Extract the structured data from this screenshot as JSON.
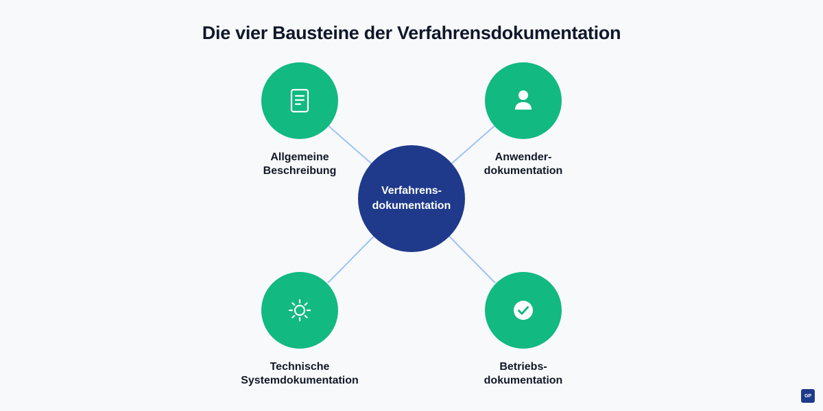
{
  "title": "Die vier Bausteine der Verfahrensdokumentation",
  "center": {
    "line1": "Verfahrens-",
    "line2": "dokumentation"
  },
  "nodes": [
    {
      "id": "allgemeine",
      "icon": "document-icon",
      "line1": "Allgemeine",
      "line2": "Beschreibung"
    },
    {
      "id": "anwender",
      "icon": "user-icon",
      "line1": "Anwender-",
      "line2": "dokumentation"
    },
    {
      "id": "technische",
      "icon": "sun-gear-icon",
      "line1": "Technische",
      "line2": "Systemdokumentation"
    },
    {
      "id": "betriebs",
      "icon": "check-circle-icon",
      "line1": "Betriebs-",
      "line2": "dokumentation"
    }
  ],
  "badge": "GP",
  "colors": {
    "background": "#f8f9fb",
    "node": "#12b981",
    "center": "#1f3a8a",
    "connector": "#9ec3f2",
    "text": "#111827"
  }
}
